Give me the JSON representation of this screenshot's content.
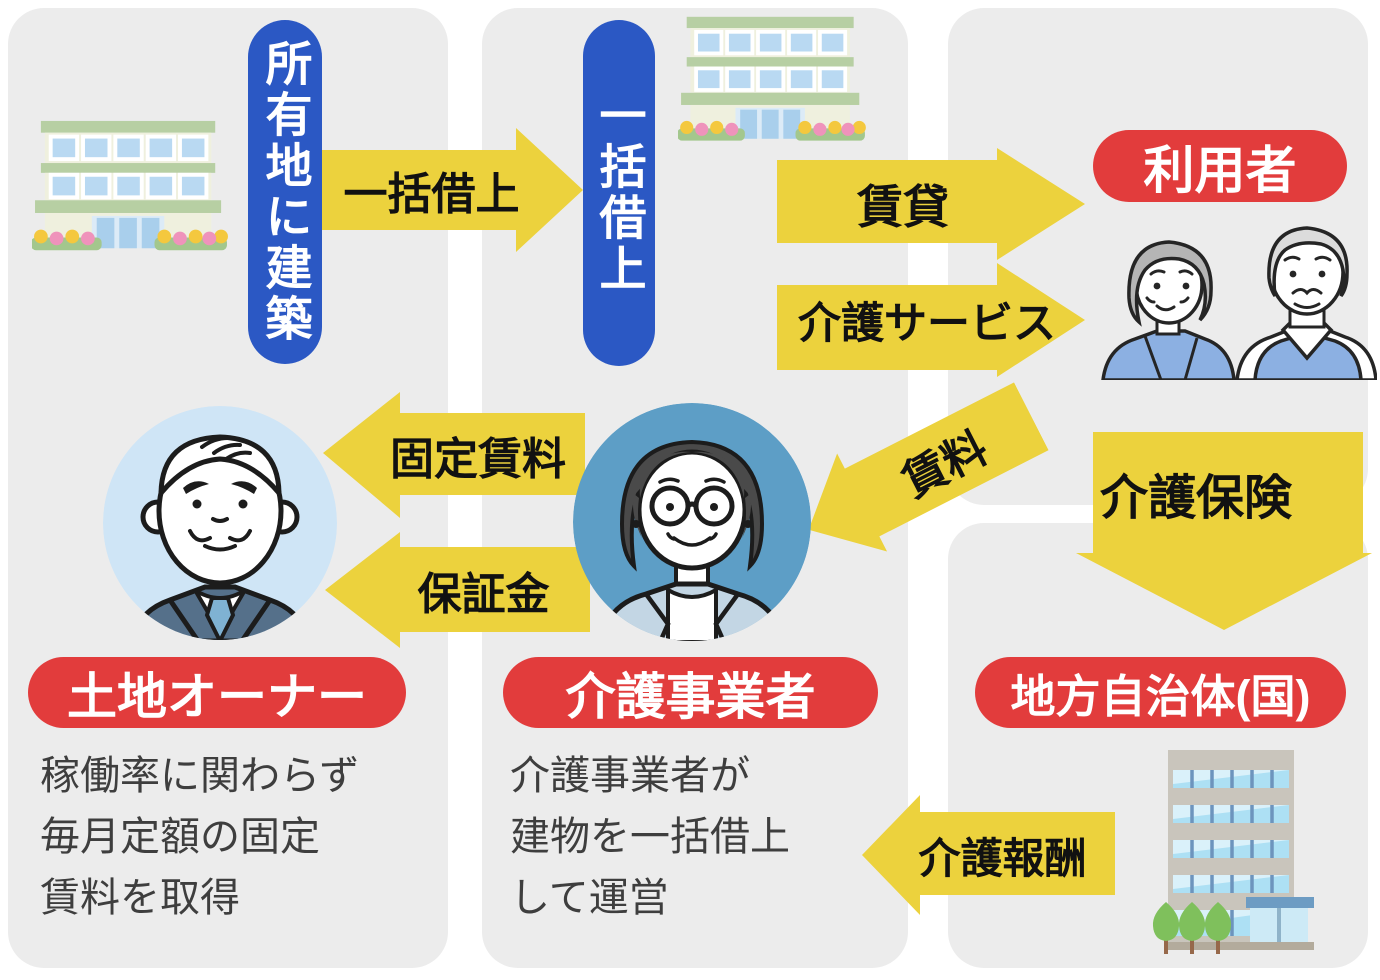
{
  "colors": {
    "panel_bg": "#ececec",
    "pill_blue": "#2b58c4",
    "arrow_yellow": "#ecd23d",
    "pill_red": "#e23c3c",
    "description_text": "#3e3e3e"
  },
  "pills": {
    "build_on_land": {
      "label": "所有地に建築"
    },
    "bulk_lease": {
      "label": "一括借上"
    }
  },
  "entities": {
    "user": {
      "label": "利用者"
    },
    "land_owner": {
      "label": "土地オーナー",
      "description": [
        "稼働率に関わらず",
        "毎月定額の固定",
        "賃料を取得"
      ]
    },
    "care_provider": {
      "label": "介護事業者",
      "description": [
        "介護事業者が",
        "建物を一括借上",
        "して運営"
      ]
    },
    "municipality": {
      "label": "地方自治体(国)"
    }
  },
  "arrows": {
    "bulk_lease": {
      "label": "一括借上",
      "direction": "right"
    },
    "rental": {
      "label": "賃貸",
      "direction": "right"
    },
    "care_service": {
      "label": "介護サービス",
      "direction": "right"
    },
    "fixed_rent": {
      "label": "固定賃料",
      "direction": "left"
    },
    "deposit": {
      "label": "保証金",
      "direction": "left"
    },
    "rent": {
      "label": "賃料",
      "direction": "down-left"
    },
    "care_insurance": {
      "label": "介護保険",
      "direction": "down"
    },
    "care_fee": {
      "label": "介護報酬",
      "direction": "left"
    }
  }
}
